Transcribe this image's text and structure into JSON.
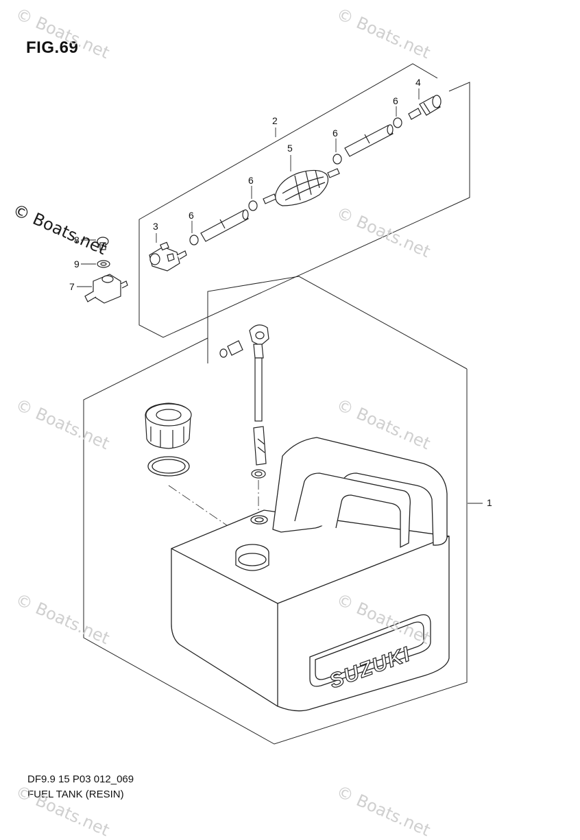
{
  "figure": {
    "title": "FIG.69"
  },
  "footer": {
    "code": "DF9.9 15 P03 012_069",
    "name": "FUEL TANK (RESIN)"
  },
  "watermark": {
    "text": "© Boats.net",
    "dark_text": "© Boats.net"
  },
  "parts": [
    {
      "callout": "1",
      "part": "fuel-tank"
    },
    {
      "callout": "2",
      "part": "fuel-hose-assembly"
    },
    {
      "callout": "3",
      "part": "engine-side-connector"
    },
    {
      "callout": "4",
      "part": "tank-side-connector"
    },
    {
      "callout": "5",
      "part": "primer-bulb"
    },
    {
      "callout": "6",
      "part": "hose-clamp"
    },
    {
      "callout": "7",
      "part": "fuel-connector-fitting"
    },
    {
      "callout": "8",
      "part": "connector-screw"
    },
    {
      "callout": "9",
      "part": "washer"
    }
  ],
  "tank_logo": "SUZUKI"
}
